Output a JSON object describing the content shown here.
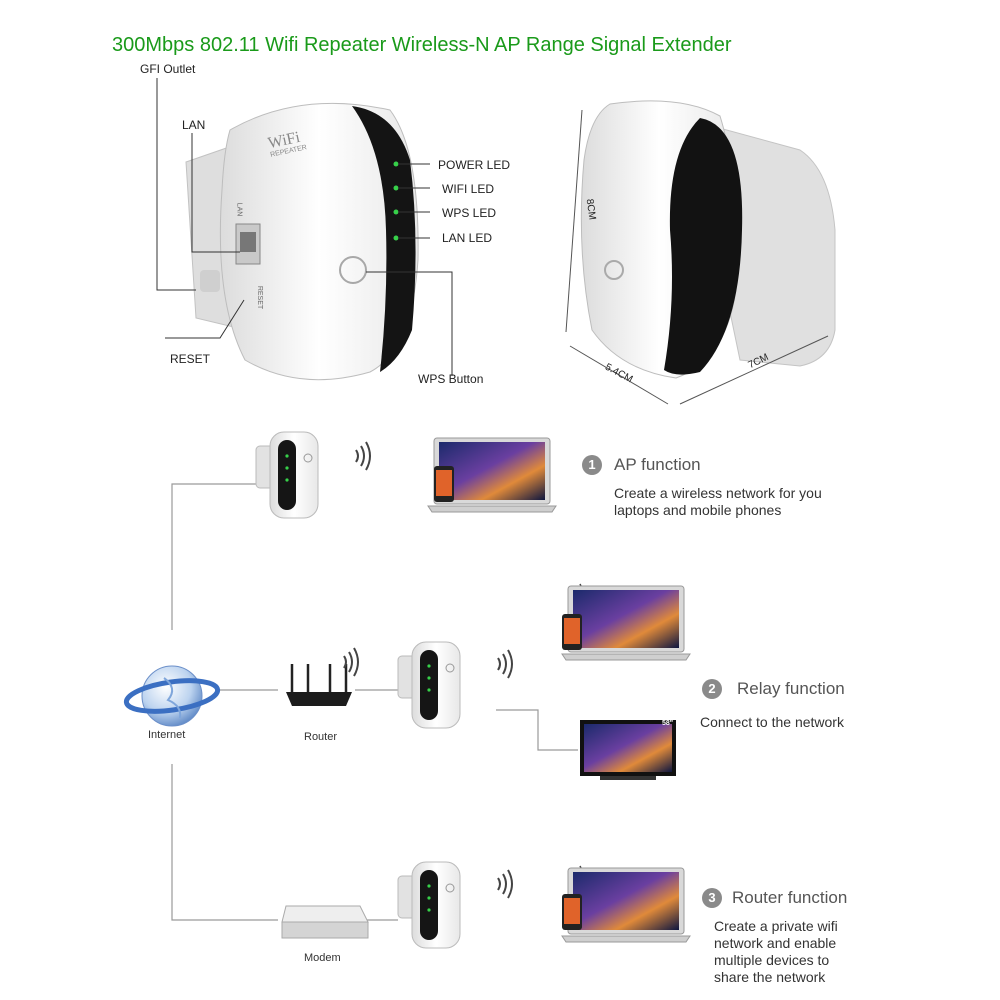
{
  "title": "300Mbps 802.11 Wifi Repeater Wireless-N AP Range Signal Extender",
  "device_callouts": {
    "gfi_outlet": "GFI Outlet",
    "lan": "LAN",
    "reset": "RESET",
    "power_led": "POWER LED",
    "wifi_led": "WIFI  LED",
    "wps_led": "WPS LED",
    "lan_led": "LAN  LED",
    "wps_button": "WPS Button",
    "brand": "WiFi",
    "brand_sub": "REPEATER",
    "side_lan": "LAN",
    "side_reset": "RESET"
  },
  "dimensions": {
    "height": "8CM",
    "width": "5.4CM",
    "depth": "7CM"
  },
  "network": {
    "internet": "Internet",
    "router": "Router",
    "modem": "Modem"
  },
  "functions": [
    {
      "number": "1",
      "title": "AP function",
      "desc_lines": [
        "Create a wireless network for you",
        "laptops and mobile phones"
      ]
    },
    {
      "number": "2",
      "title": "Relay function",
      "desc_lines": [
        "Connect to the network"
      ]
    },
    {
      "number": "3",
      "title": "Router function",
      "desc_lines": [
        "Create a private wifi",
        "network and enable",
        "multiple devices to",
        "share the network"
      ]
    }
  ],
  "tv_badge": "58\""
}
